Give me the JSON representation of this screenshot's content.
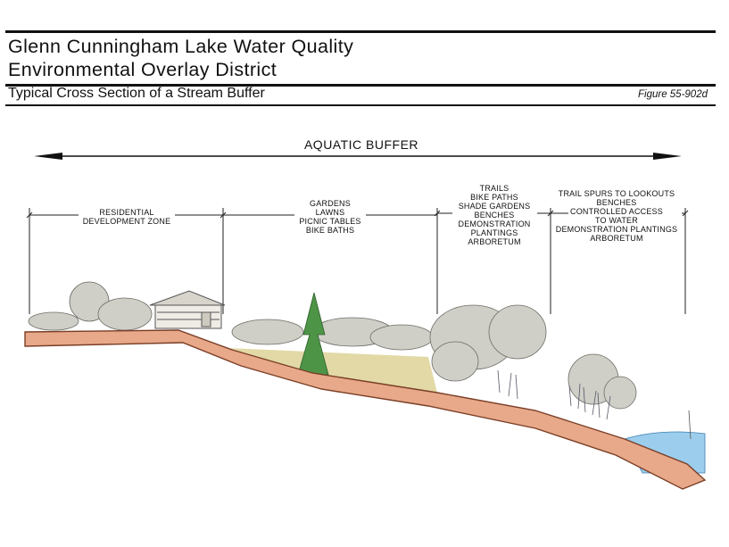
{
  "header": {
    "title_line1": "Glenn Cunningham Lake Water Quality",
    "title_line2": "Environmental Overlay District",
    "subtitle": "Typical Cross Section of a Stream Buffer",
    "figure_number": "Figure 55-902d"
  },
  "diagram": {
    "buffer_label": "AQUATIC BUFFER",
    "zones": [
      {
        "lines": [
          "RESIDENTIAL",
          "DEVELOPMENT ZONE"
        ]
      },
      {
        "lines": [
          "GARDENS",
          "LAWNS",
          "PICNIC TABLES",
          "BIKE BATHS"
        ]
      },
      {
        "lines": [
          "TRAILS",
          "BIKE PATHS",
          "SHADE GARDENS",
          "BENCHES",
          "DEMONSTRATION",
          "PLANTINGS",
          "ARBORETUM"
        ]
      },
      {
        "lines": [
          "TRAIL SPURS TO LOOKOUTS",
          "BENCHES",
          "CONTROLLED ACCESS",
          "TO WATER",
          "DEMONSTRATION PLANTINGS",
          "ARBORETUM"
        ]
      }
    ]
  },
  "colors": {
    "soil": "#e6a488",
    "soil_edge": "#8a4a30",
    "foliage": "#c9c9c0",
    "grass": "#dcd3a0",
    "water": "#8fc4e8",
    "evergreen": "#3f8a3a"
  }
}
